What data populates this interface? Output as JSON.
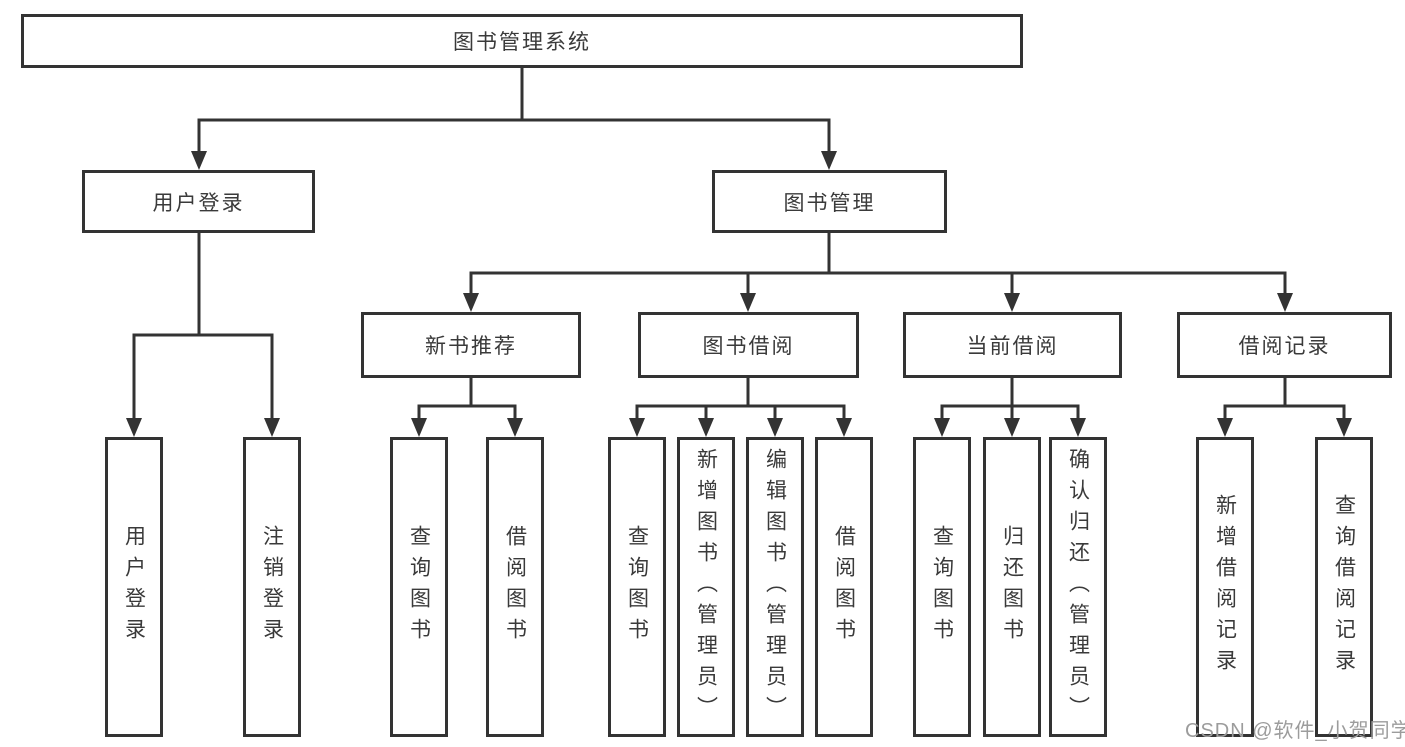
{
  "colors": {
    "line": "#333333",
    "text": "#3a3a3a",
    "background": "#ffffff",
    "watermark": "#9c9c9c"
  },
  "watermark": "CSDN @软件_小贺同学",
  "nodes": {
    "root": "图书管理系统",
    "login": "用户登录",
    "mgmt": "图书管理",
    "rec": "新书推荐",
    "borrow": "图书借阅",
    "current": "当前借阅",
    "records": "借阅记录",
    "login_user": "用户登录",
    "login_logout": "注销登录",
    "rec_query": "查询图书",
    "rec_borrow": "借阅图书",
    "borrow_query": "查询图书",
    "borrow_add": "新增图书（管理员）",
    "borrow_edit": "编辑图书（管理员）",
    "borrow_borrow": "借阅图书",
    "current_query": "查询图书",
    "current_return": "归还图书",
    "current_confirm": "确认归还（管理员）",
    "records_add": "新增借阅记录",
    "records_query": "查询借阅记录"
  },
  "hierarchy": {
    "图书管理系统": {
      "用户登录": [
        "用户登录",
        "注销登录"
      ],
      "图书管理": {
        "新书推荐": [
          "查询图书",
          "借阅图书"
        ],
        "图书借阅": [
          "查询图书",
          "新增图书（管理员）",
          "编辑图书（管理员）",
          "借阅图书"
        ],
        "当前借阅": [
          "查询图书",
          "归还图书",
          "确认归还（管理员）"
        ],
        "借阅记录": [
          "新增借阅记录",
          "查询借阅记录"
        ]
      }
    }
  }
}
